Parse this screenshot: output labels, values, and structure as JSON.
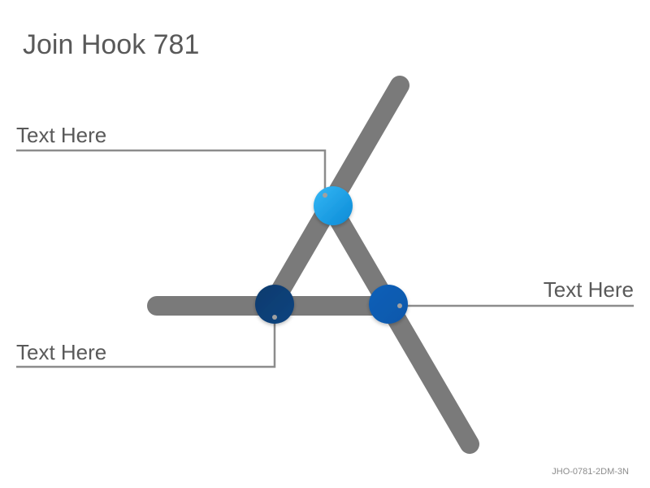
{
  "title": "Join Hook 781",
  "labels": {
    "top": "Text Here",
    "bottom": "Text Here",
    "right": "Text Here"
  },
  "footer_code": "JHO-0781-2DM-3N",
  "colors": {
    "bar": "#7a7a7a",
    "leader": "#8c8c8c",
    "node_top": "#1aa3e8",
    "node_left": "#0d3a6e",
    "node_right": "#0b5fb8",
    "text": "#595959"
  }
}
